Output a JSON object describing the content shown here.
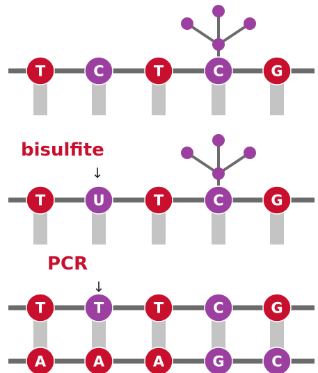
{
  "colors": {
    "backbone": "#6b6b6b",
    "rung": "#c4c4c4",
    "red": "#c8102e",
    "purple": "#9b3fa0",
    "methyl": "#9b3fa0",
    "methyl_stick": "#6b6b6b",
    "label": "#c8102e",
    "arrow": "#222222",
    "letter": "#ffffff"
  },
  "stages": [
    {
      "name": "original",
      "label": "",
      "bases": [
        {
          "letter": "T",
          "color": "red"
        },
        {
          "letter": "C",
          "color": "purple"
        },
        {
          "letter": "T",
          "color": "red"
        },
        {
          "letter": "C",
          "color": "purple",
          "methyl": true
        },
        {
          "letter": "G",
          "color": "red"
        }
      ]
    },
    {
      "name": "bisulfite",
      "label": "bisulfite",
      "arrow_at": 1,
      "bases": [
        {
          "letter": "T",
          "color": "red"
        },
        {
          "letter": "U",
          "color": "purple"
        },
        {
          "letter": "T",
          "color": "red"
        },
        {
          "letter": "C",
          "color": "purple",
          "methyl": true
        },
        {
          "letter": "G",
          "color": "red"
        }
      ]
    },
    {
      "name": "pcr",
      "label": "PCR",
      "arrow_at": 1,
      "bases": [
        {
          "letter": "T",
          "color": "red"
        },
        {
          "letter": "T",
          "color": "purple"
        },
        {
          "letter": "T",
          "color": "red"
        },
        {
          "letter": "C",
          "color": "purple"
        },
        {
          "letter": "G",
          "color": "red"
        }
      ],
      "complement": [
        {
          "letter": "A",
          "color": "red"
        },
        {
          "letter": "A",
          "color": "red"
        },
        {
          "letter": "A",
          "color": "red"
        },
        {
          "letter": "G",
          "color": "purple"
        },
        {
          "letter": "C",
          "color": "purple"
        }
      ]
    }
  ],
  "arrow_symbol": "↓"
}
